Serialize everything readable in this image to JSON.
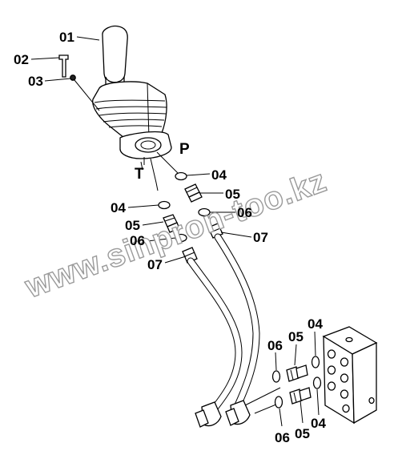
{
  "watermark": "www.sinpron-too.kz",
  "port_labels": {
    "pressure": "P",
    "tank": "T"
  },
  "callouts": {
    "c01": "01",
    "c02": "02",
    "c03": "03",
    "c04a": "04",
    "c05a": "05",
    "c04b": "04",
    "c06a": "06",
    "c05b": "05",
    "c07a": "07",
    "c06b": "06",
    "c07b": "07",
    "c06c": "06",
    "c05c": "05",
    "c04c": "04",
    "c06d": "06",
    "c05d": "05",
    "c04d": "04"
  }
}
